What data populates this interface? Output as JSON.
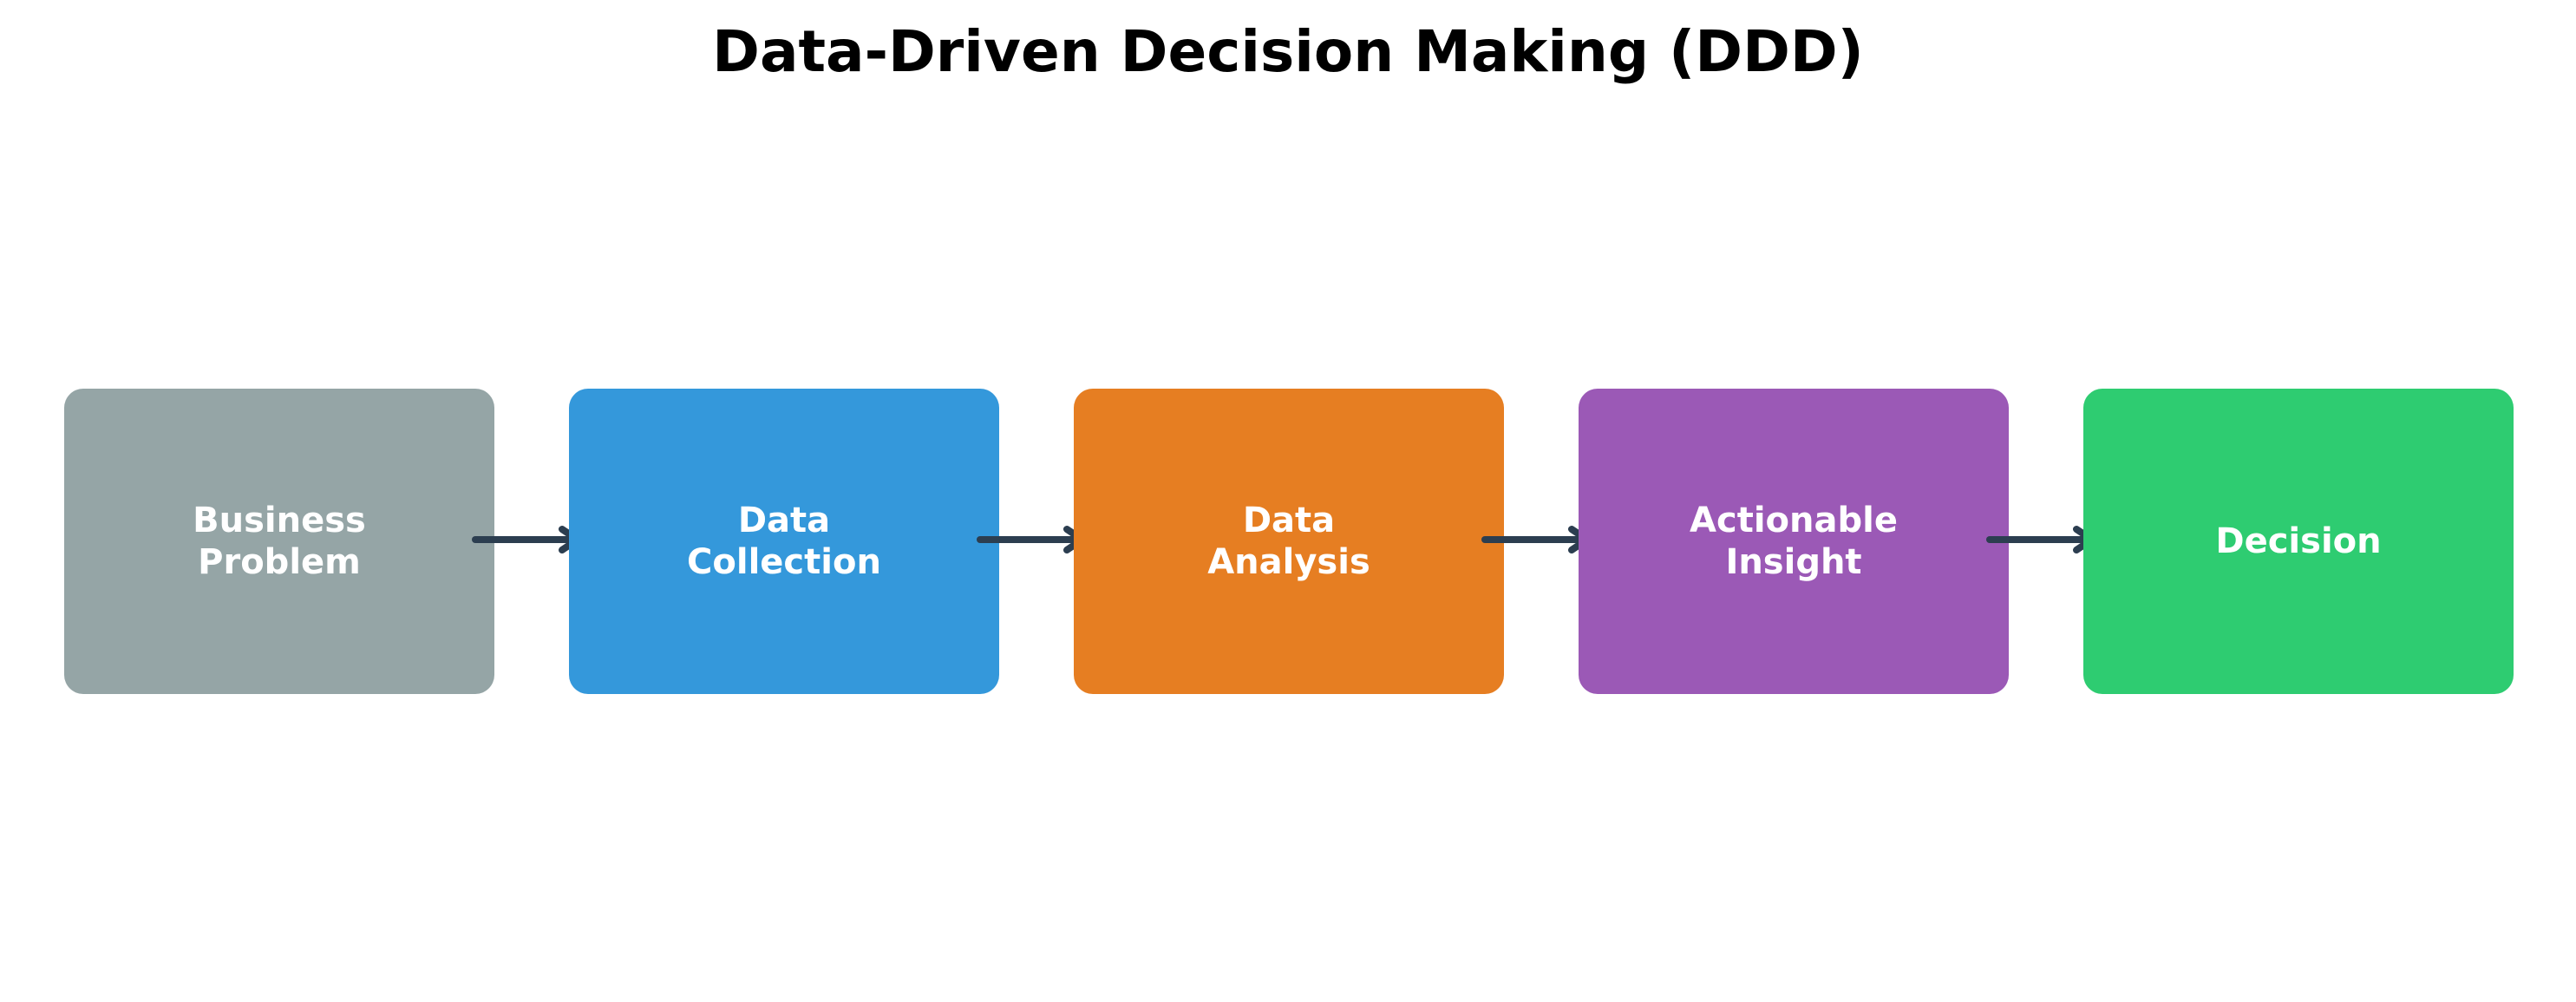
{
  "diagram": {
    "title": "Data-Driven Decision Making (DDD)",
    "steps": [
      {
        "lines": [
          "Business",
          "Problem"
        ],
        "color": "#95a5a6"
      },
      {
        "lines": [
          "Data",
          "Collection"
        ],
        "color": "#3498db"
      },
      {
        "lines": [
          "Data",
          "Analysis"
        ],
        "color": "#e67e22"
      },
      {
        "lines": [
          "Actionable",
          "Insight"
        ],
        "color": "#9b59b6"
      },
      {
        "lines": [
          "Decision"
        ],
        "color": "#2ecc71"
      }
    ],
    "arrow_color": "#2c3e50"
  }
}
